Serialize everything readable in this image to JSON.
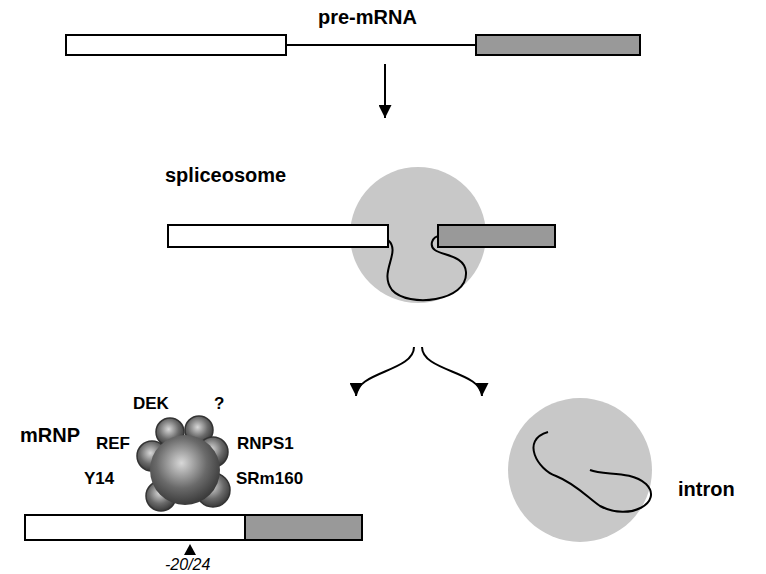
{
  "diagram": {
    "nodes": [
      {
        "text": [
          "pre-mRNA"
        ]
      },
      {
        "text": [
          "spliceosome"
        ]
      },
      {
        "text": [
          "mRNP"
        ]
      },
      {
        "text": [
          "intron"
        ]
      }
    ],
    "edges": [
      {
        "from": 0,
        "to": 1,
        "arrow": "to"
      },
      {
        "from": 1,
        "to": 2,
        "arrow": "to"
      },
      {
        "from": 1,
        "to": 3,
        "arrow": "to"
      }
    ],
    "labels": [
      "DEK",
      "?",
      "REF",
      "RNPS1",
      "Y14",
      "SRm160",
      "-20/24"
    ]
  }
}
